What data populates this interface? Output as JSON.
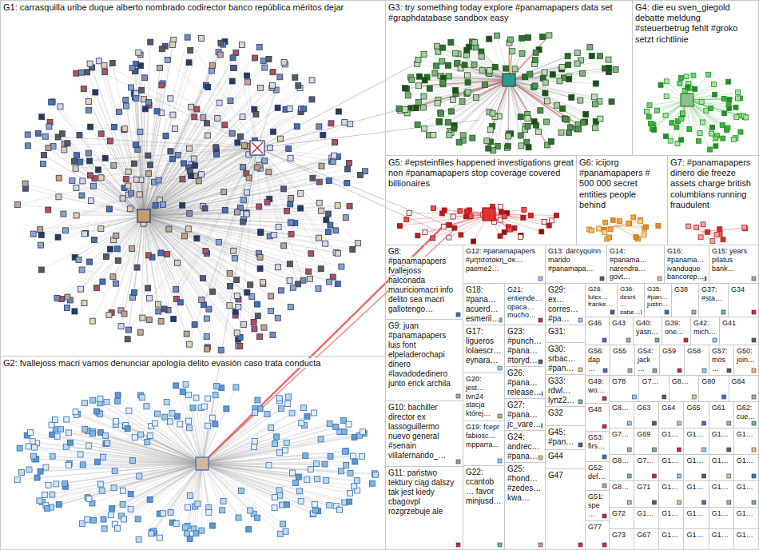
{
  "diagram": {
    "nodes": [
      {
        "text": [
          "G1: carrasquilla uribe duque alberto nombrado codirector banco república méritos dejar"
        ]
      },
      {
        "text": [
          "G2: fvallejoss macri vamos denunciar apología delito evasión caso trata conducta"
        ]
      },
      {
        "text": [
          "G3: try something today explore #panamapapers data set #graphdatabase sandbox easy"
        ]
      },
      {
        "text": [
          "G4: die eu sven_giegold debatte meldung #steuerbetrug fehlt #groko setzt richtlinie"
        ]
      },
      {
        "text": [
          "G5: #epsteinfiles happened investigations great non #panamapapers stop coverage covered billionaires"
        ]
      },
      {
        "text": [
          "G6: icijorg #panamapapers # 500 000 secret entities people behind"
        ]
      },
      {
        "text": [
          "G7: #panamapapers dinero die freeze assets charge british columbians running fraudulent"
        ]
      },
      {
        "text": [
          "G8: #panamapapers fvallejoss halconada mauriciomacri info delito sea macri gallotengo…"
        ]
      },
      {
        "text": [
          "G9: juan #panamapapers luis font elpeladerochapi dinero #lavadodedinero junto erick archila"
        ]
      },
      {
        "text": [
          "G10: bachiller director ex lassoguillermo nuevo general #senain villafernando_…"
        ]
      },
      {
        "text": [
          "G11: państwo tektury ciąg dalszy tak jest kiedy cbagovpl rozgrzebuje ale"
        ]
      },
      {
        "text": [
          "G12: #panamapapers #μητσοτακη_σκ… paeme2…"
        ]
      },
      {
        "text": [
          "G13: darcyquinn marido #panamapa…"
        ]
      },
      {
        "text": [
          "G14: #panama… narendra… govt…"
        ]
      },
      {
        "text": [
          "G16: #panama… ivanduque bancorep…"
        ]
      },
      {
        "text": [
          "G15: years pilatus bank…"
        ]
      },
      {
        "text": [
          "G18: #pana… acuerd… esmeril…"
        ]
      },
      {
        "text": [
          "G21: entiende… opaca… mucho…"
        ]
      },
      {
        "text": [
          "G29: ex… corres… #pa…"
        ]
      },
      {
        "text": [
          "G28: lulex… franke…"
        ]
      },
      {
        "text": [
          "G36: desni… sabe…"
        ]
      },
      {
        "text": [
          "G35: #pan… justin…"
        ]
      },
      {
        "text": [
          "G38"
        ]
      },
      {
        "text": [
          "G37: #sta…"
        ]
      },
      {
        "text": [
          "G34"
        ]
      },
      {
        "text": [
          "G17: ligueros lolaescr… eynara…"
        ]
      },
      {
        "text": [
          "G23: #punch… #pana… #toryd…"
        ]
      },
      {
        "text": [
          "G31:"
        ]
      },
      {
        "text": [
          "G46"
        ]
      },
      {
        "text": [
          "G43"
        ]
      },
      {
        "text": [
          "G40: yasn…"
        ]
      },
      {
        "text": [
          "G39: one…"
        ]
      },
      {
        "text": [
          "G42: mich…"
        ]
      },
      {
        "text": [
          "G41"
        ]
      },
      {
        "text": [
          "G30: srbac… #pan…"
        ]
      },
      {
        "text": [
          "G56: dap…"
        ]
      },
      {
        "text": [
          "G55"
        ]
      },
      {
        "text": [
          "G54: jack…"
        ]
      },
      {
        "text": [
          "G59"
        ]
      },
      {
        "text": [
          "G58"
        ]
      },
      {
        "text": [
          "G57: mos…"
        ]
      },
      {
        "text": [
          "G50: join…"
        ]
      },
      {
        "text": [
          "G26: #pana… release…"
        ]
      },
      {
        "text": [
          "G20: jest… tvn24 stacja której…"
        ]
      },
      {
        "text": [
          "G33: rdwl… lynz2…"
        ]
      },
      {
        "text": [
          "G49: wo…"
        ]
      },
      {
        "text": [
          "G78"
        ]
      },
      {
        "text": [
          "G7…"
        ]
      },
      {
        "text": [
          "G8…"
        ]
      },
      {
        "text": [
          "G80"
        ]
      },
      {
        "text": [
          "G84"
        ]
      },
      {
        "text": [
          "G27: #pana… jc_vare…"
        ]
      },
      {
        "text": [
          "G48"
        ]
      },
      {
        "text": [
          "G8…"
        ]
      },
      {
        "text": [
          "G63"
        ]
      },
      {
        "text": [
          "G64"
        ]
      },
      {
        "text": [
          "G65"
        ]
      },
      {
        "text": [
          "G61"
        ]
      },
      {
        "text": [
          "G62: cue…"
        ]
      },
      {
        "text": [
          "G32"
        ]
      },
      {
        "text": [
          "G19: fcepr fabiosc… mpparra…"
        ]
      },
      {
        "text": [
          "G45: #pan…"
        ]
      },
      {
        "text": [
          "G24: andrec… #pana…"
        ]
      },
      {
        "text": [
          "G53: firs…"
        ]
      },
      {
        "text": [
          "G7…"
        ]
      },
      {
        "text": [
          "G69"
        ]
      },
      {
        "text": [
          "G1…"
        ]
      },
      {
        "text": [
          "G1…"
        ]
      },
      {
        "text": [
          "G1…"
        ]
      },
      {
        "text": [
          "G1…"
        ]
      },
      {
        "text": [
          "G44"
        ]
      },
      {
        "text": [
          "G52: def…"
        ]
      },
      {
        "text": [
          "G8…"
        ]
      },
      {
        "text": [
          "G7…"
        ]
      },
      {
        "text": [
          "G1…"
        ]
      },
      {
        "text": [
          "G1…"
        ]
      },
      {
        "text": [
          "G1…"
        ]
      },
      {
        "text": [
          "G1…"
        ]
      },
      {
        "text": [
          "G25: #hond… #zedes… kwa…"
        ]
      },
      {
        "text": [
          "G22: ccantob… favor minjusd…"
        ]
      },
      {
        "text": [
          "G47"
        ]
      },
      {
        "text": [
          "G8…"
        ]
      },
      {
        "text": [
          "G71"
        ]
      },
      {
        "text": [
          "G1…"
        ]
      },
      {
        "text": [
          "G1…"
        ]
      },
      {
        "text": [
          "G1…"
        ]
      },
      {
        "text": [
          "G1…"
        ]
      },
      {
        "text": [
          "G51: spe…"
        ]
      },
      {
        "text": [
          "G72"
        ]
      },
      {
        "text": [
          "G1…"
        ]
      },
      {
        "text": [
          "G1…"
        ]
      },
      {
        "text": [
          "G1…"
        ]
      },
      {
        "text": [
          "G1…"
        ]
      },
      {
        "text": [
          "G1…"
        ]
      },
      {
        "text": [
          "G77"
        ]
      },
      {
        "text": [
          "G73"
        ]
      },
      {
        "text": [
          "G67"
        ]
      },
      {
        "text": [
          "G1…"
        ]
      },
      {
        "text": [
          "G1…"
        ]
      },
      {
        "text": [
          "G1…"
        ]
      },
      {
        "text": [
          "G1…"
        ]
      }
    ]
  }
}
